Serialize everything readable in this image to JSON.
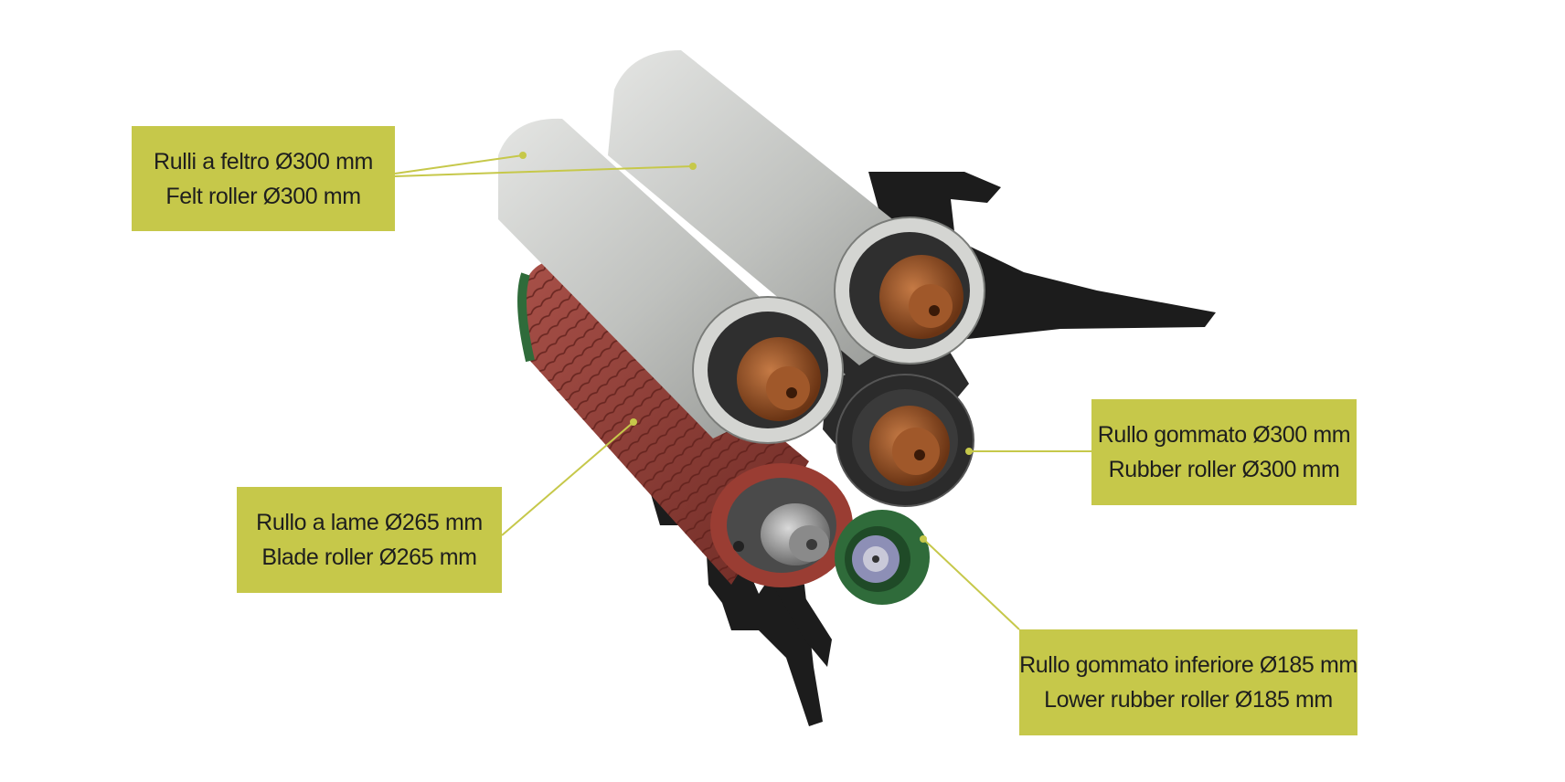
{
  "labels": {
    "felt_roller": {
      "line1": "Rulli a feltro Ø300 mm",
      "line2": "Felt roller Ø300 mm"
    },
    "blade_roller": {
      "line1": "Rullo a lame Ø265 mm",
      "line2": "Blade roller Ø265 mm"
    },
    "rubber_roller": {
      "line1": "Rullo gommato Ø300 mm",
      "line2": "Rubber roller Ø300 mm"
    },
    "lower_rubber_roller": {
      "line1": "Rullo gommato inferiore Ø185 mm",
      "line2": "Lower rubber roller Ø185 mm"
    }
  },
  "colors": {
    "label_fill": "#c6c84a",
    "leader_line": "#c6c84a",
    "felt_roller": "#b9bbb8",
    "blade_roller": "#8e3b33",
    "rubber_roller": "#2a2a2a",
    "lower_roller": "#2f6b3a",
    "bronze_shaft": "#8a4a22",
    "frame": "#1c1c1c"
  }
}
